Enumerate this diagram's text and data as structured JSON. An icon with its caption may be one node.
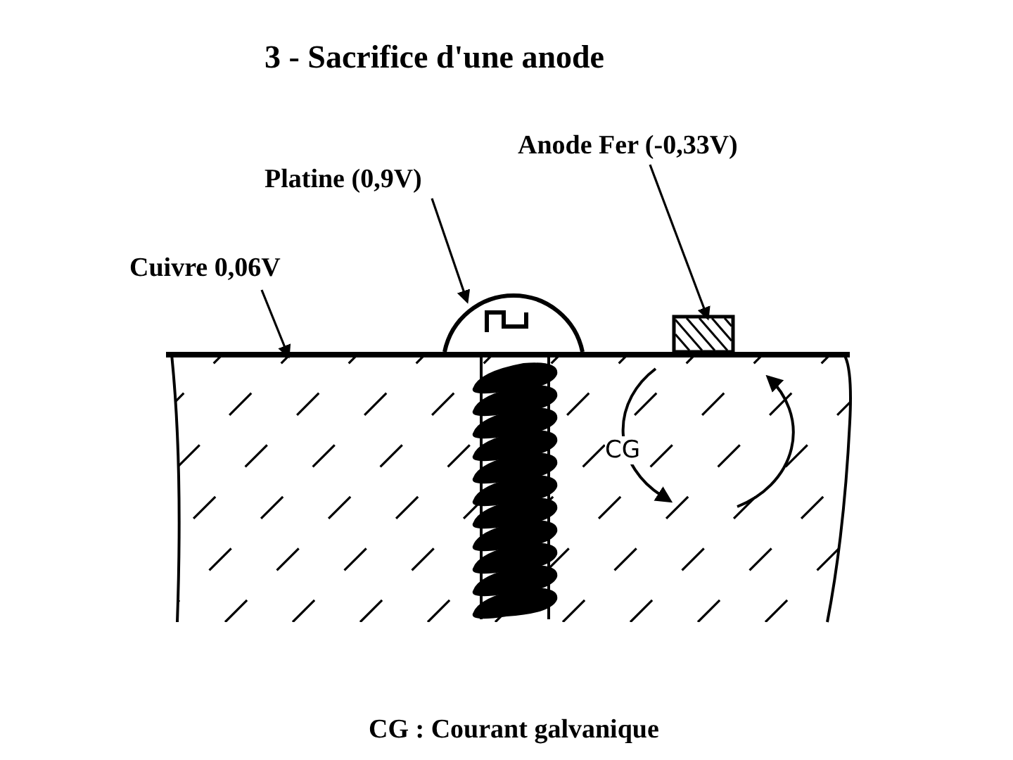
{
  "diagram": {
    "title": "3 - Sacrifice d'une anode",
    "caption": "CG : Courant galvanique",
    "nodes": [
      {
        "text": [
          "Anode  Fer (-0,33V)"
        ]
      },
      {
        "text": [
          "Platine (0,9V)"
        ]
      },
      {
        "text": [
          "Cuivre 0,06V"
        ]
      },
      {
        "text": [],
        "shape": "box"
      },
      {
        "text": [],
        "shape": "screw"
      },
      {
        "text": [],
        "shape": "box"
      }
    ],
    "edges": [
      {
        "from": 0,
        "to": 5,
        "arrow": "to"
      },
      {
        "from": 1,
        "to": 4,
        "arrow": "to"
      },
      {
        "from": 2,
        "to": 3,
        "arrow": "to"
      }
    ],
    "labels": [
      "CG"
    ]
  }
}
